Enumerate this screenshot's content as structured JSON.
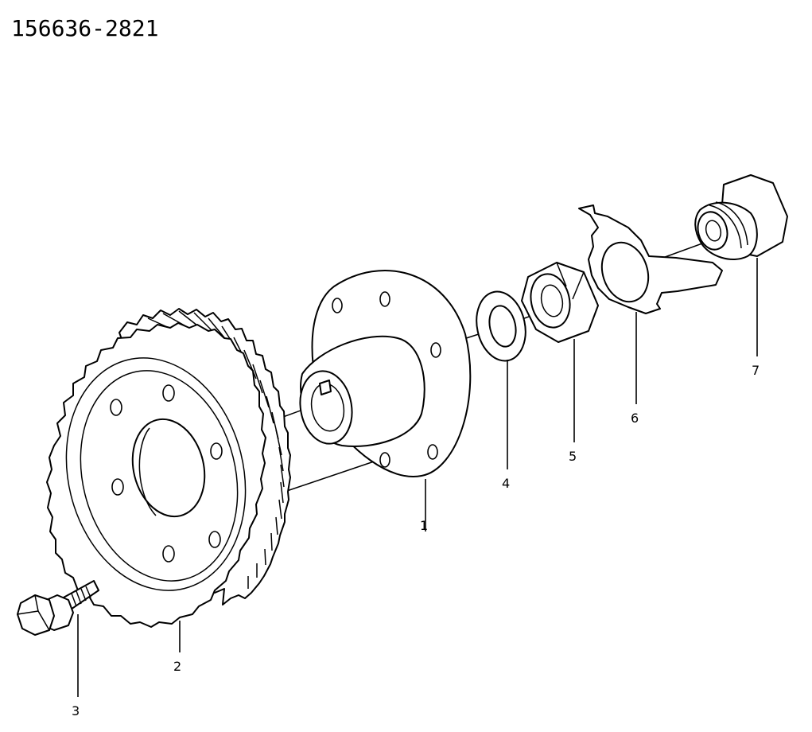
{
  "diagram": {
    "part_number": "156636-2821",
    "callouts": [
      {
        "id": "1",
        "label": "1"
      },
      {
        "id": "2",
        "label": "2"
      },
      {
        "id": "3",
        "label": "3"
      },
      {
        "id": "4",
        "label": "4"
      },
      {
        "id": "5",
        "label": "5"
      },
      {
        "id": "6",
        "label": "6"
      },
      {
        "id": "7",
        "label": "7"
      }
    ]
  }
}
